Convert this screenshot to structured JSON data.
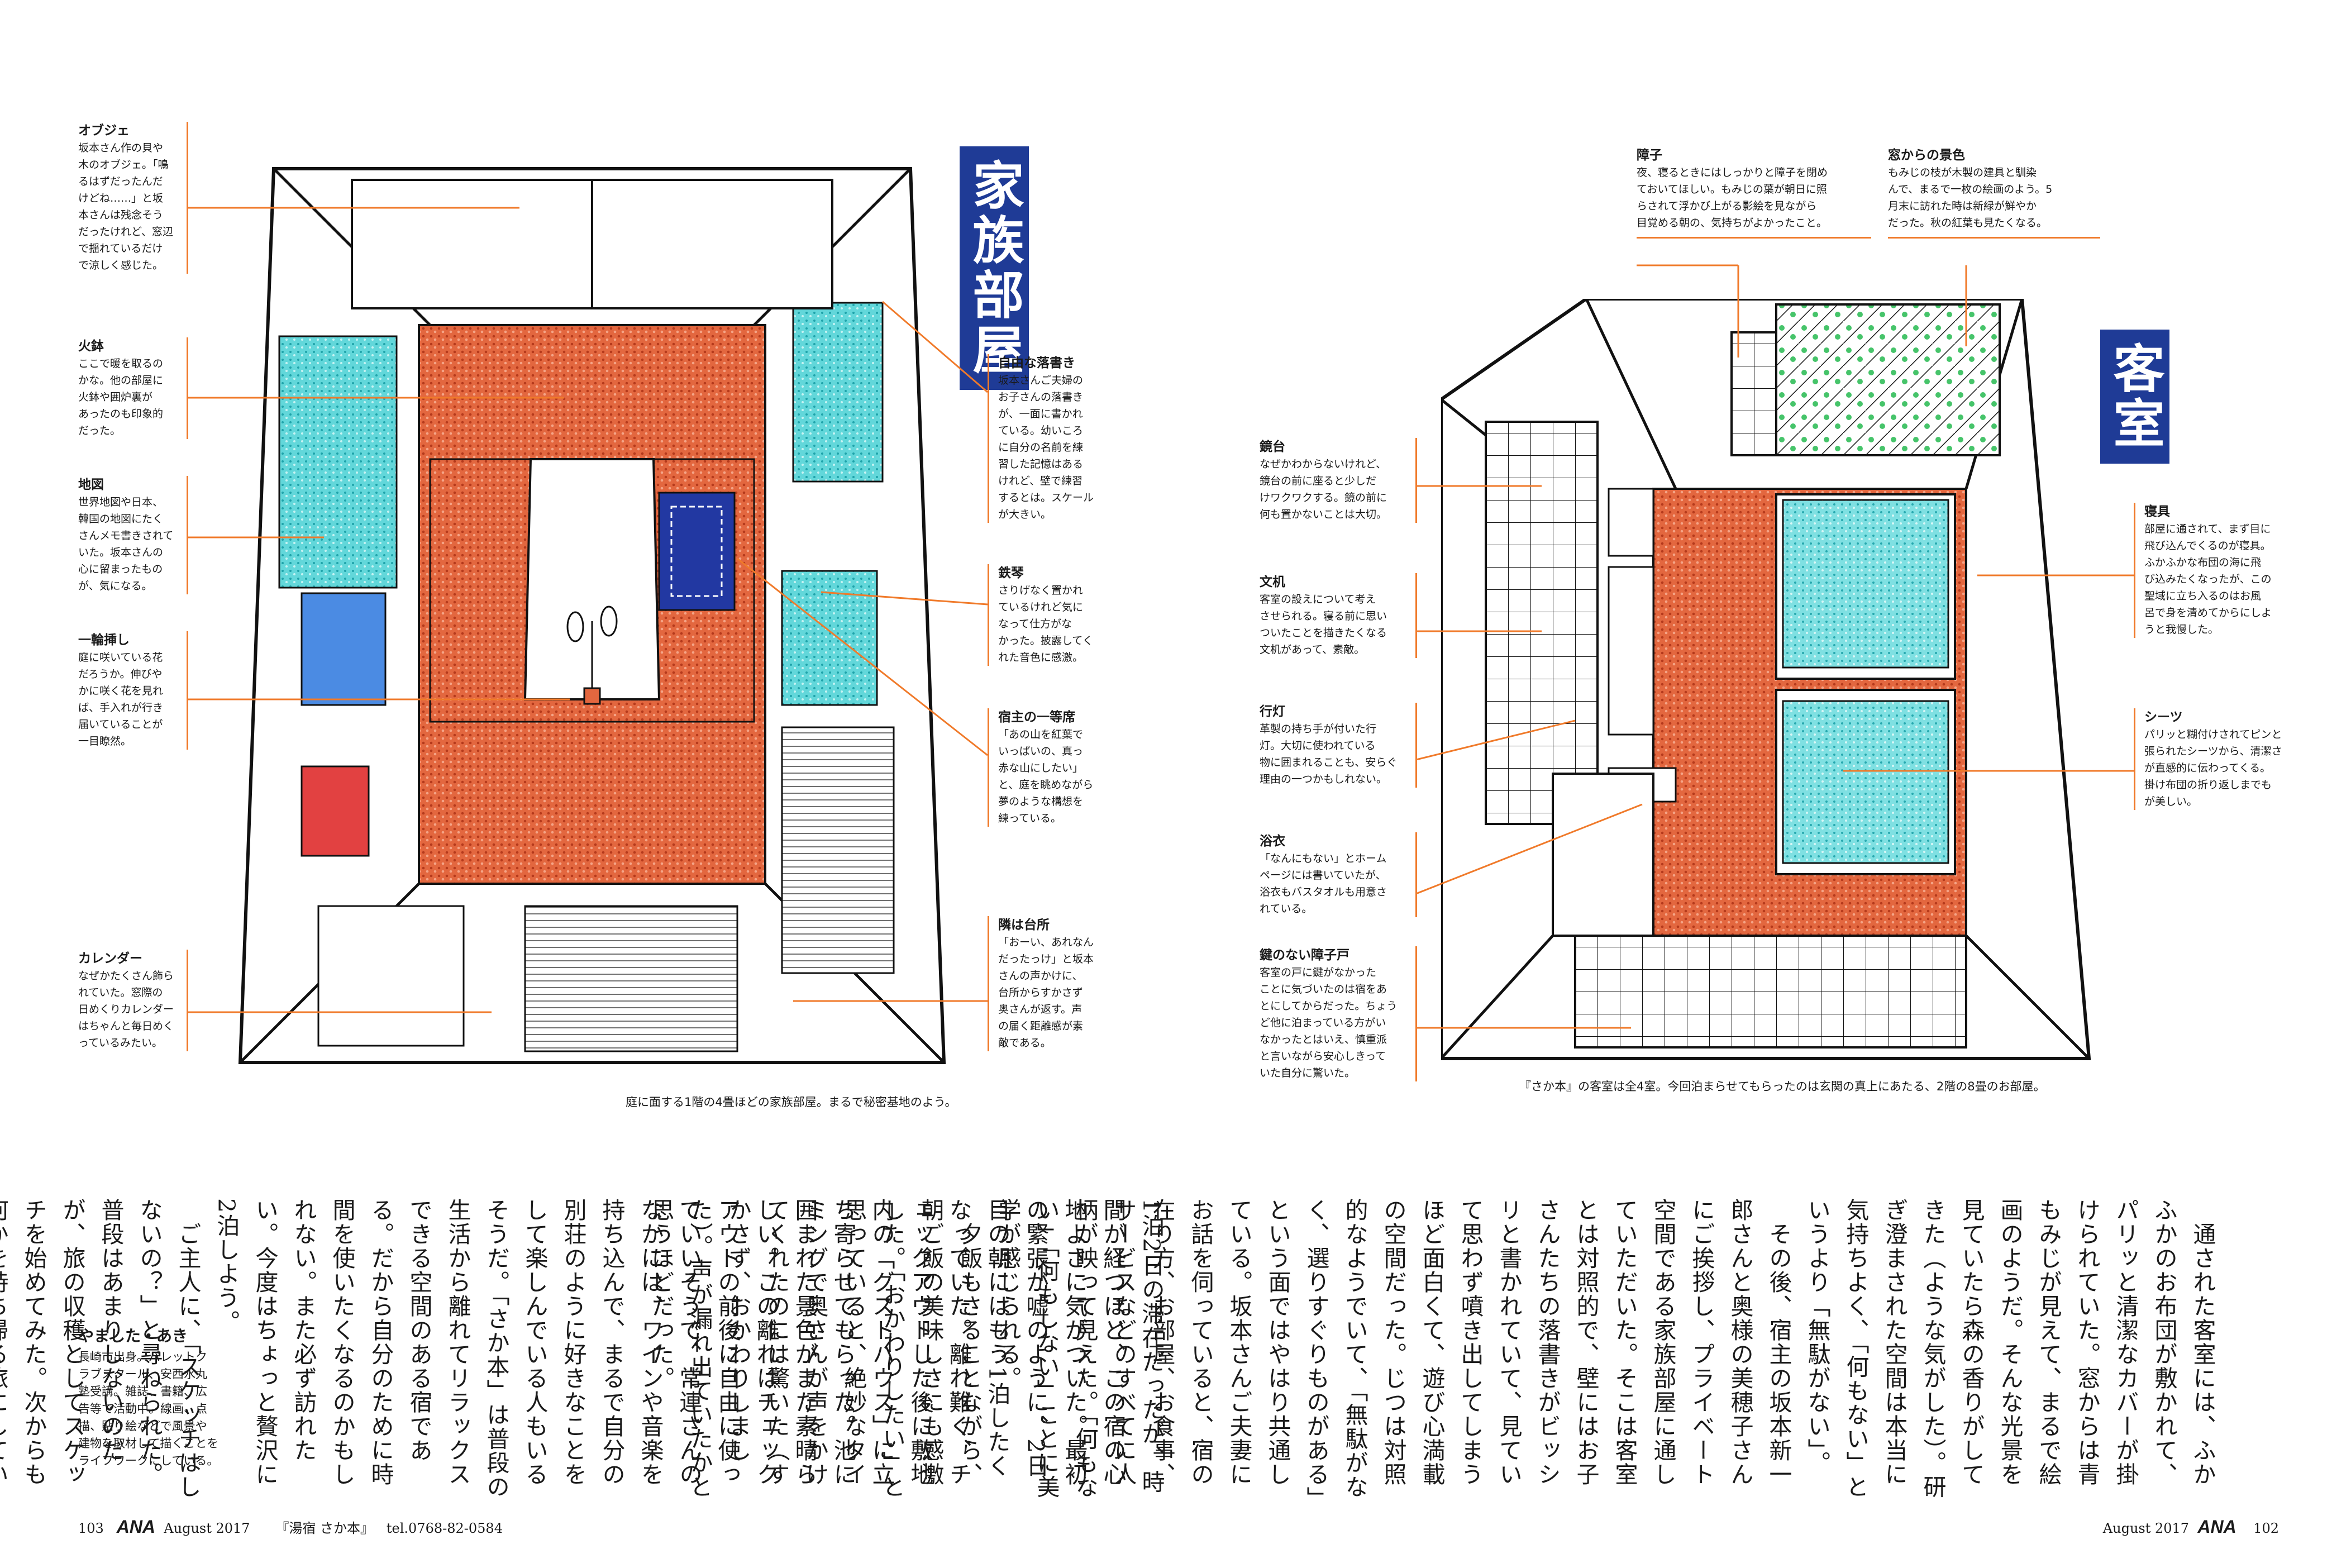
{
  "left_page": {
    "room_title": "家族部屋",
    "caption": "庭に面する1階の4畳ほどの家族部屋。まるで秘密基地のよう。",
    "callouts": [
      {
        "title": "オブジェ",
        "body": "坂本さん作の貝や\n木のオブジェ。「鳴\nるはずだったんだ\nけどね……」と坂\n本さんは残念そう\nだったけれど、窓辺\nで揺れているだけ\nで涼しく感じた。"
      },
      {
        "title": "火鉢",
        "body": "ここで暖を取るの\nかな。他の部屋に\n火鉢や囲炉裏が\nあったのも印象的\nだった。"
      },
      {
        "title": "地図",
        "body": "世界地図や日本、\n韓国の地図にたく\nさんメモ書きされて\nいた。坂本さんの\n心に留まったもの\nが、気になる。"
      },
      {
        "title": "一輪挿し",
        "body": "庭に咲いている花\nだろうか。伸びや\nかに咲く花を見れ\nば、手入れが行き\n届いていることが\n一目瞭然。"
      },
      {
        "title": "カレンダー",
        "body": "なぜかたくさん飾ら\nれていた。窓際の\n日めくりカレンダー\nはちゃんと毎日めく\nっているみたい。"
      },
      {
        "title": "自由な落書き",
        "body": "坂本さんご夫婦の\nお子さんの落書き\nが、一面に書かれ\nている。幼いころ\nに自分の名前を練\n習した記憶はある\nけれど、壁で練習\nするとは。スケール\nが大きい。"
      },
      {
        "title": "鉄琴",
        "body": "さりげなく置かれ\nているけれど気に\nなって仕方がな\nかった。披露してく\nれた音色に感激。"
      },
      {
        "title": "宿主の一等席",
        "body": "「あの山を紅葉で\nいっぱいの、真っ\n赤な山にしたい」\nと、庭を眺めながら\n夢のような構想を\n練っている。"
      },
      {
        "title": "隣は台所",
        "body": "「おーい、あれなん\nだったっけ」と坂本\nさんの声かけに、\n台所からすかさず\n奥さんが返す。声\nの届く距離感が素\n敵である。"
      }
    ],
    "body_text": "1泊2日の滞在だったが、時間が経つほど、この宿の心地よさに気がついた。最初の緊張が嘘のように、2日目の朝にはもう1泊したくなっていた。離れ難く、チェックアウトした後に敷地内の「グストハウス」に立ち寄らせてもらった。池に囲まれた景色がまた素晴らしい。この離れはチェックアウトの前後に自由に使っていいそうで、常連さんのなかには、ワインや音楽を持ち込んで、まるで自分の別荘のように好きなことをして楽しんでいる人もいるそうだ。「さか本」は普段の生活から離れてリラックスできる空間のある宿である。だから自分のために時間を使いたくなるのかもしれない。また必ず訪れたい。今度はちょっと贅沢に2泊しよう。\n　ご主人に、「スケッチはしないの？」と尋ねられた。普段はあまりしないのだが、旅の収穫としてスケッチを始めてみた。次からも何かを持ち帰る旅にしていきたい。旅はまだ始まったばかり。",
    "author": {
      "name": "やました・あき",
      "bio": "長崎市出身。パレットク\nラブスクール、安西水丸\n塾受講。雑誌、書籍、広\n告等で活動中。線画、点\n描、貼り絵などで風景や\n建物を取材して描くことを\nライフワークにしている。"
    },
    "footer": {
      "page": "103",
      "brand": "ANA",
      "issue": "August 2017",
      "inn": "『湯宿 さか本』",
      "tel": "tel.0768-82-0584"
    }
  },
  "right_page": {
    "room_title": "客室",
    "caption": "『さか本』の客室は全4室。今回泊まらせてもらったのは玄関の真上にあたる、2階の8畳のお部屋。",
    "callouts": [
      {
        "title": "障子",
        "body": "夜、寝るときにはしっかりと障子を閉め\nておいてほしい。もみじの葉が朝日に照\nらされて浮かび上がる影絵を見ながら\n目覚める朝の、気持ちがよかったこと。"
      },
      {
        "title": "窓からの景色",
        "body": "もみじの枝が木製の建具と馴染\nんで、まるで一枚の絵画のよう。5\n月末に訪れた時は新緑が鮮やか\nだった。秋の紅葉も見たくなる。"
      },
      {
        "title": "鏡台",
        "body": "なぜかわからないけれど、\n鏡台の前に座ると少しだ\nけワクワクする。鏡の前に\n何も置かないことは大切。"
      },
      {
        "title": "文机",
        "body": "客室の設えについて考え\nさせられる。寝る前に思い\nついたことを描きたくなる\n文机があって、素敵。"
      },
      {
        "title": "行灯",
        "body": "革製の持ち手が付いた行\n灯。大切に使われている\n物に囲まれることも、安らぐ\n理由の一つかもしれない。"
      },
      {
        "title": "浴衣",
        "body": "「なんにもない」とホーム\nページには書いていたが、\n浴衣もバスタオルも用意さ\nれている。"
      },
      {
        "title": "鍵のない障子戸",
        "body": "客室の戸に鍵がなかった\nことに気づいたのは宿をあ\nとにしてからだった。ちょう\nど他に泊まっている方がい\nなかったとはいえ、慎重派\nと言いながら安心しきって\nいた自分に驚いた。"
      },
      {
        "title": "寝具",
        "body": "部屋に通されて、まず目に\n飛び込んでくるのが寝具。\nふかふかな布団の海に飛\nび込みたくなったが、この\n聖域に立ち入るのはお風\n呂で身を清めてからにしよ\nうと我慢した。"
      },
      {
        "title": "シーツ",
        "body": "パリッと糊付けされてピンと\n張られたシーツから、清潔さ\nが直感的に伝わってくる。\n掛け布団の折り返しまでも\nが美しい。"
      }
    ],
    "body_text": "　通された客室には、ふかふかのお布団が敷かれて、パリッと清潔なカバーが掛けられていた。窓からは青もみじが見えて、まるで絵画のようだ。そんな光景を見ていたら森の香りがしてきた（ような気がした）。研ぎ澄まされた空間は本当に気持ちよく、「何もない」というより「無駄がない」。\n　その後、宿主の坂本新一郎さんと奥様の美穂子さんにご挨拶し、プライベート空間である家族部屋に通していただいた。そこは客室とは対照的で、壁にはお子さんたちの落書きがビッシリと書かれていて、見ていて思わず噴き出してしまうほど面白くて、遊び心満載の空間だった。じつは対照的なようでいて、「無駄がなく、選りすぐりものがある」という面ではやはり共通している。坂本さんご夫妻にお話を伺っていると、宿の在り方、お部屋、お食事、サービスなどのすべてに人柄が映って見えた。「何もない」「何もしない」ことに美学が感じられる。\n　夕飯もさることながら、朝ご飯の美味しさにも感激した。「おかわりしたい」と思っていると、絶妙なタイミングで奥さんが声をかけてくれたのには驚いた（すかさず、おかわりしました）。声が漏れ出ていたかと思うほどだった。",
    "footer": {
      "issue": "August 2017",
      "brand": "ANA",
      "page": "102"
    }
  },
  "colors": {
    "accent_orange": "#f07a2a",
    "tatami_red": "#d9522c",
    "title_blue": "#1f3b96",
    "cyan": "#53d3d6",
    "text": "#1a1a1a"
  }
}
